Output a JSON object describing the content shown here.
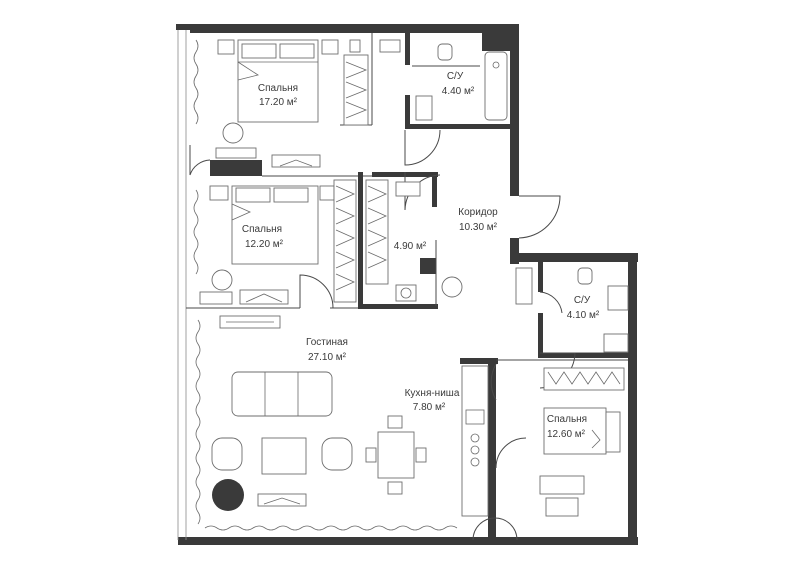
{
  "rooms": [
    {
      "name": "Спальня",
      "area": "17.20 м²"
    },
    {
      "name": "С/У",
      "area": "4.40 м²"
    },
    {
      "name": "Спальня",
      "area": "12.20 м²"
    },
    {
      "name": "",
      "area": "4.90 м²"
    },
    {
      "name": "Коридор",
      "area": "10.30 м²"
    },
    {
      "name": "С/У",
      "area": "4.10 м²"
    },
    {
      "name": "Гостиная",
      "area": "27.10 м²"
    },
    {
      "name": "Кухня-ниша",
      "area": "7.80 м²"
    },
    {
      "name": "Спальня",
      "area": "12.60 м²"
    }
  ],
  "colors": {
    "wall": "#3a3a3a",
    "line": "#4a4a4a",
    "bg": "#ffffff"
  }
}
